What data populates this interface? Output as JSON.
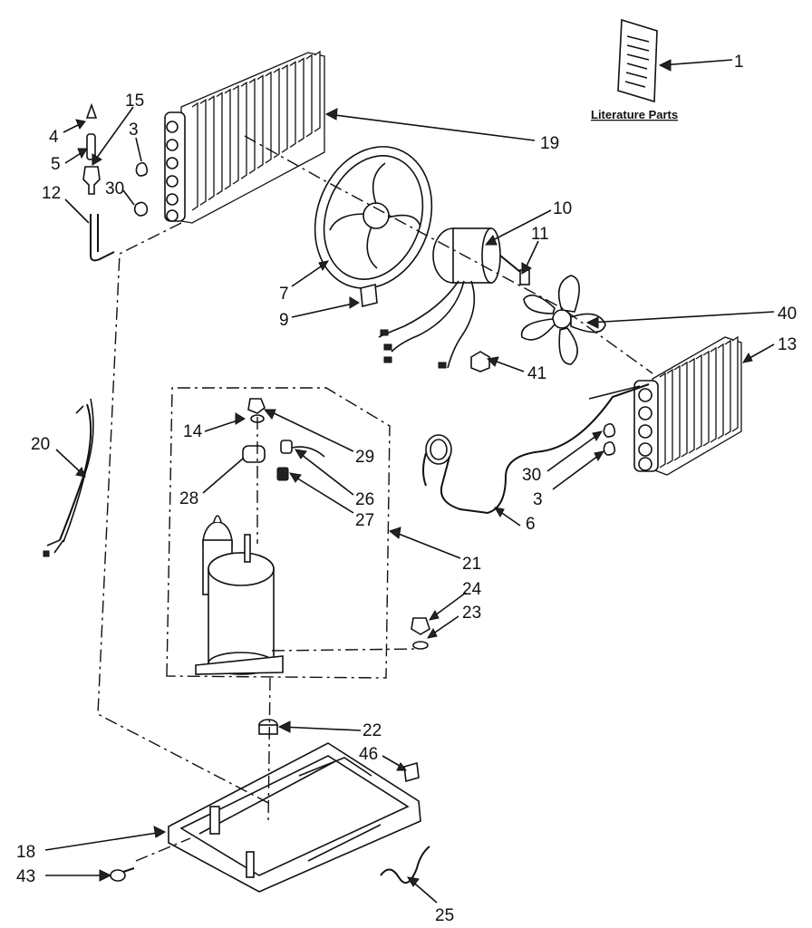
{
  "literature_caption": "Literature Parts",
  "callouts": [
    "1",
    "19",
    "4",
    "15",
    "3",
    "5",
    "30",
    "12",
    "10",
    "11",
    "7",
    "40",
    "9",
    "13",
    "41",
    "20",
    "14",
    "29",
    "30",
    "3",
    "28",
    "26",
    "27",
    "6",
    "21",
    "24",
    "23",
    "22",
    "46",
    "18",
    "43",
    "25"
  ]
}
